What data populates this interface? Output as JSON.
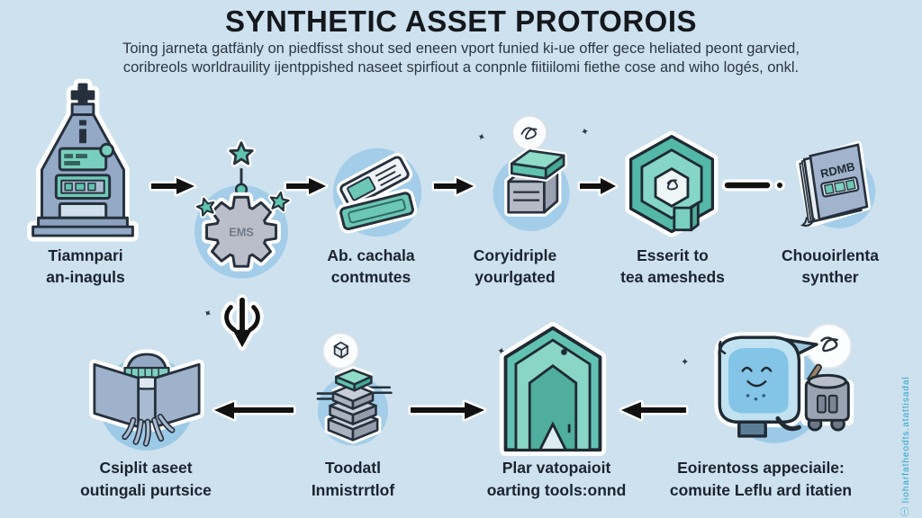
{
  "header": {
    "title": "SYNTHETIC ASSET PROTOROIS",
    "subtitle1": "Toing jarneta gatfänly on piedfisst shout sed eneen vport funied ki-ue offer gece heliated peont garvied,",
    "subtitle2": "coribreols worldrauility ijentppished naseet spirfiout a conpnle fiitiilomi fiethe cose and wiho logés, onkl."
  },
  "row1": {
    "items": [
      {
        "icon": "bank-building-icon",
        "label1": "Tiamnpari",
        "label2": "an-inaguls"
      },
      {
        "icon": "gear-ems-icon",
        "badge_text": "EMS"
      },
      {
        "icon": "tickets-icon",
        "label1": "Ab. cachala",
        "label2": "contmutes"
      },
      {
        "icon": "cube-stack-icon",
        "label1": "Coryidriple",
        "label2": "yourlgated"
      },
      {
        "icon": "hexagon-icon",
        "label1": "Esserit to",
        "label2": "tea amesheds"
      },
      {
        "icon": "rdmb-book-icon",
        "label1": "Chouoirlenta",
        "label2": "synther",
        "book_title": "RDMB"
      }
    ]
  },
  "row2": {
    "items": [
      {
        "icon": "book-octopus-icon",
        "label1": "Csiplit aseet",
        "label2": "outingali purtsice"
      },
      {
        "icon": "layer-stack-icon",
        "label1": "Toodatl",
        "label2": "Inmistrrtlof"
      },
      {
        "icon": "portal-door-icon",
        "label1": "Plar vatopaioit",
        "label2": "oarting tools:onnd"
      },
      {
        "icon": "whale-machine-icon",
        "label1": "Eoirentoss appeciaile:",
        "label2": "comuite Leflu ard itatien"
      }
    ]
  },
  "watermark": {
    "text": "ⓘ lioharfatheodts.atattisadal"
  },
  "decor": {
    "sparkle": "✦"
  },
  "colors": {
    "background": "#cde1ef",
    "teal_accent": "#5fc3ae",
    "circle_halo": "#a3cde8",
    "ink": "#1f2a33",
    "gray_blue": "#93a9c6",
    "watermark_teal": "#2ba3c9"
  }
}
